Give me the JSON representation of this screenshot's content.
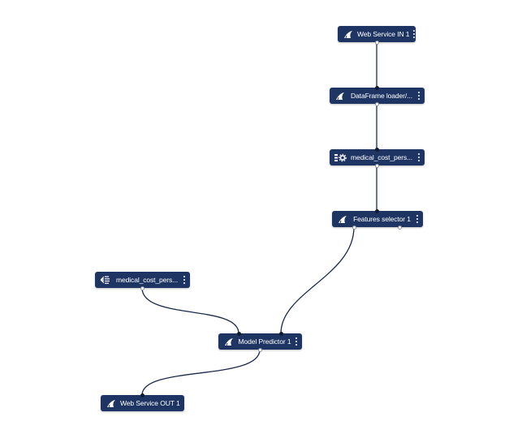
{
  "colors": {
    "node_bg": "#1e3563",
    "node_text": "#ffffff",
    "edge": "#1b2a4a"
  },
  "nodes": {
    "ws_in": {
      "label": "Web Service IN 1",
      "icon": "shark-fin-icon"
    },
    "df_loader": {
      "label": "DataFrame loader/...",
      "icon": "shark-fin-icon"
    },
    "med_cost_1": {
      "label": "medical_cost_pers...",
      "icon": "data-settings-icon"
    },
    "features": {
      "label": "Features selector 1",
      "icon": "shark-fin-icon"
    },
    "med_cost_2": {
      "label": "medical_cost_pers...",
      "icon": "model-fan-icon"
    },
    "predictor": {
      "label": "Model Predictor 1",
      "icon": "shark-fin-icon"
    },
    "ws_out": {
      "label": "Web Service OUT 1",
      "icon": "shark-fin-icon"
    }
  }
}
